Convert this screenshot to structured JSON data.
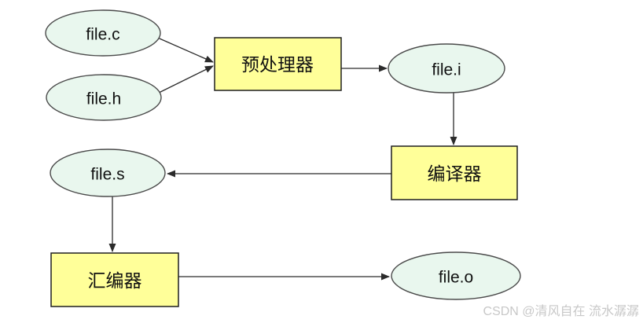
{
  "diagram": {
    "nodes": {
      "file_c": {
        "label": "file.c"
      },
      "file_h": {
        "label": "file.h"
      },
      "preprocessor": {
        "label": "预处理器"
      },
      "file_i": {
        "label": "file.i"
      },
      "compiler": {
        "label": "编译器"
      },
      "file_s": {
        "label": "file.s"
      },
      "assembler": {
        "label": "汇编器"
      },
      "file_o": {
        "label": "file.o"
      }
    },
    "colors": {
      "background": "#ffffff",
      "ellipse_fill": "#e9f7ee",
      "ellipse_stroke": "#4a4a4a",
      "rect_fill": "#ffff99",
      "rect_stroke": "#1f1f1f",
      "arrow": "#2b2b2b",
      "watermark": "#c8c8c8"
    },
    "watermark": "CSDN @清风自在 流水潺潺"
  }
}
